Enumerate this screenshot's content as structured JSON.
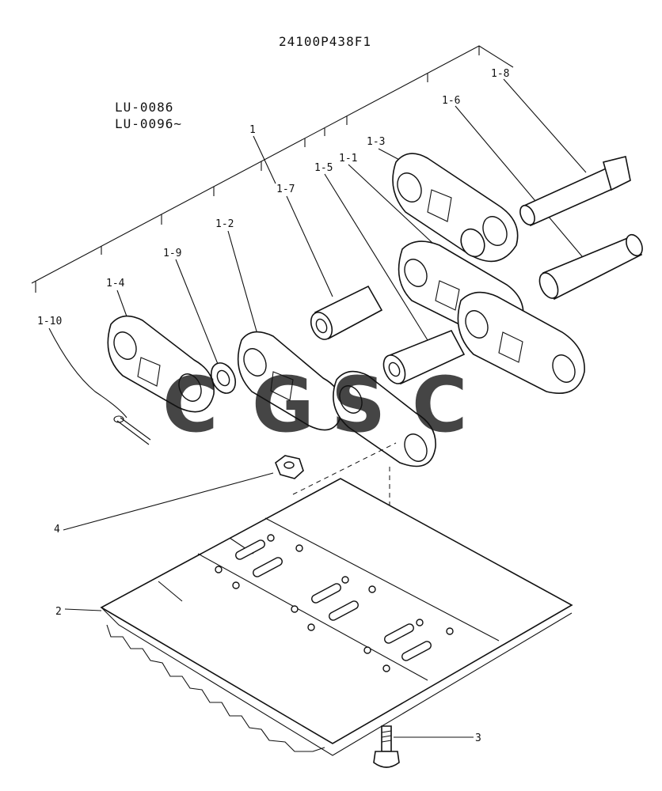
{
  "document": {
    "code": "24100P438F1",
    "model_range": [
      "LU-0086",
      "LU-0096~"
    ]
  },
  "callouts": [
    {
      "id": "1",
      "text": "1"
    },
    {
      "id": "1-1",
      "text": "1-1"
    },
    {
      "id": "1-2",
      "text": "1-2"
    },
    {
      "id": "1-3",
      "text": "1-3"
    },
    {
      "id": "1-4",
      "text": "1-4"
    },
    {
      "id": "1-5",
      "text": "1-5"
    },
    {
      "id": "1-6",
      "text": "1-6"
    },
    {
      "id": "1-7",
      "text": "1-7"
    },
    {
      "id": "1-8",
      "text": "1-8"
    },
    {
      "id": "1-9",
      "text": "1-9"
    },
    {
      "id": "1-10",
      "text": "1-10"
    },
    {
      "id": "2",
      "text": "2"
    },
    {
      "id": "3",
      "text": "3"
    },
    {
      "id": "4",
      "text": "4"
    }
  ],
  "watermark": {
    "letters": [
      "C",
      "G",
      "S",
      "C"
    ],
    "colors": [
      "#4a8cf0",
      "#e85a5a",
      "#f5c733",
      "#3aa56e"
    ]
  }
}
